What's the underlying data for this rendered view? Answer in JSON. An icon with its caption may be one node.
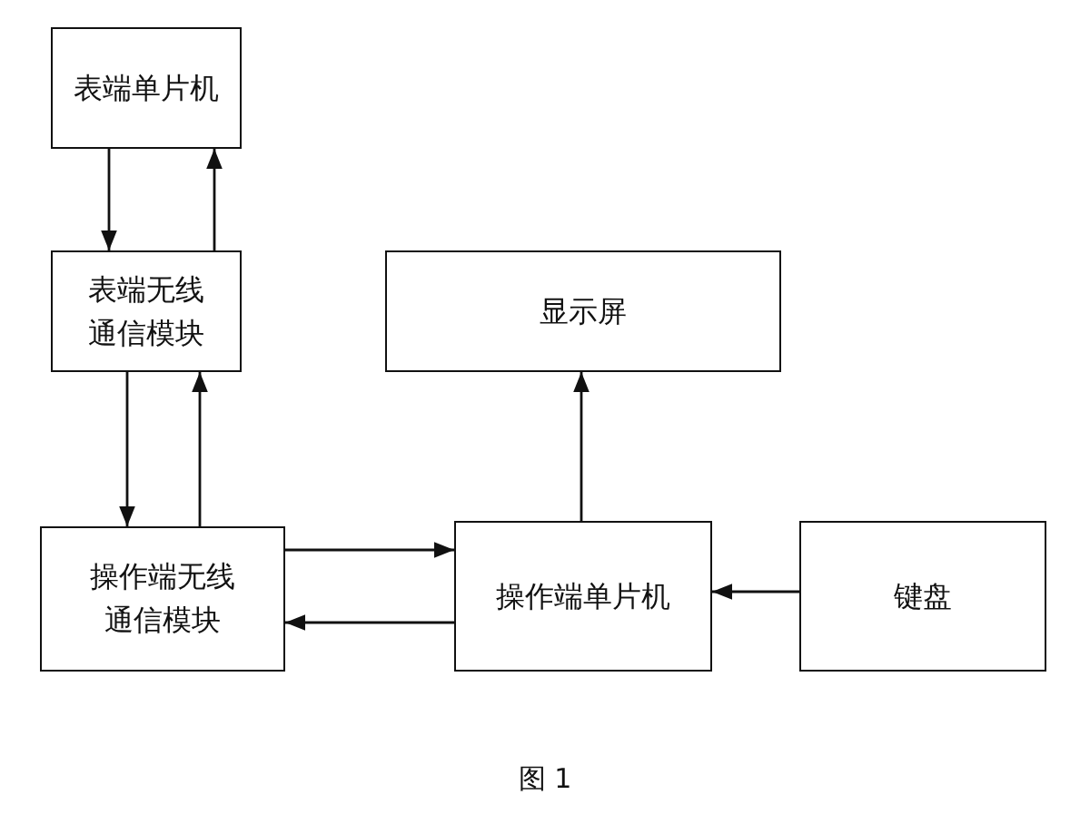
{
  "diagram": {
    "caption": "图 1",
    "nodes": [
      {
        "text": [
          "表端单片机"
        ]
      },
      {
        "text": [
          "表端无线通信模块"
        ]
      },
      {
        "text": [
          "显示屏"
        ]
      },
      {
        "text": [
          "操作端无线通信模块"
        ]
      },
      {
        "text": [
          "操作端单片机"
        ]
      },
      {
        "text": [
          "键盘"
        ]
      }
    ],
    "edges": [
      {
        "from": 0,
        "to": 1,
        "arrow": "to"
      },
      {
        "from": 1,
        "to": 0,
        "arrow": "to"
      },
      {
        "from": 1,
        "to": 3,
        "arrow": "to"
      },
      {
        "from": 3,
        "to": 1,
        "arrow": "to"
      },
      {
        "from": 3,
        "to": 4,
        "arrow": "to"
      },
      {
        "from": 4,
        "to": 3,
        "arrow": "to"
      },
      {
        "from": 4,
        "to": 2,
        "arrow": "to"
      },
      {
        "from": 5,
        "to": 4,
        "arrow": "to"
      }
    ]
  }
}
